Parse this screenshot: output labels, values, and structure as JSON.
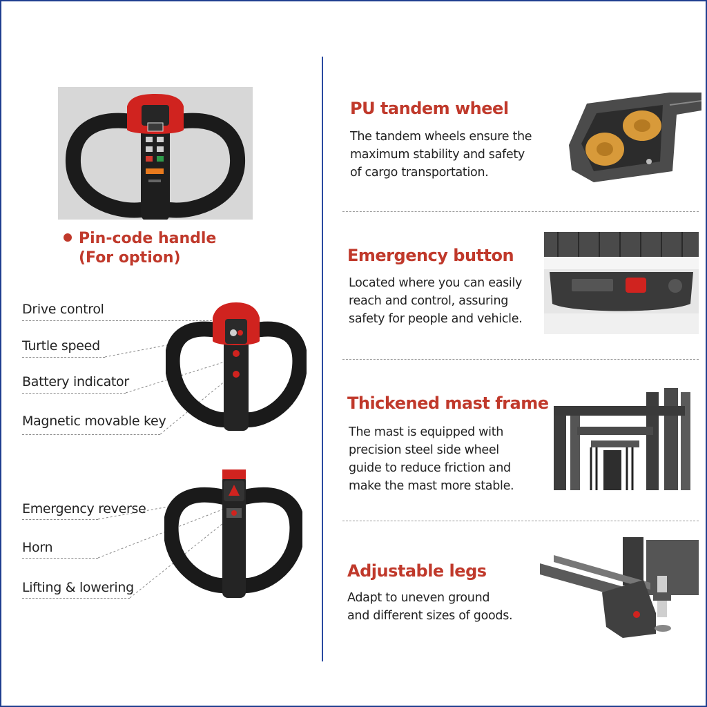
{
  "left": {
    "pin_handle": {
      "title": "Pin-code handle",
      "subtitle": "(For option)"
    },
    "handle2_labels": [
      "Drive control",
      "Turtle speed",
      "Battery indicator",
      "Magnetic movable key"
    ],
    "handle3_labels": [
      "Emergency reverse",
      "Horn",
      "Lifting & lowering"
    ]
  },
  "features": [
    {
      "title": "PU tandem wheel",
      "lines": [
        "The tandem wheels ensure the",
        "maximum stability and safety",
        "of cargo transportation."
      ]
    },
    {
      "title": "Emergency button",
      "lines": [
        "Located where you can easily",
        "reach and control, assuring",
        "safety for people and vehicle."
      ]
    },
    {
      "title": "Thickened mast frame",
      "lines": [
        "The mast is equipped with",
        "precision steel side wheel",
        "guide to reduce friction and",
        "make the mast more stable."
      ]
    },
    {
      "title": "Adjustable legs",
      "lines": [
        "Adapt to uneven ground",
        "and different sizes of goods."
      ]
    }
  ],
  "colors": {
    "accent": "#c0392b",
    "frame": "#1f3f8f"
  }
}
